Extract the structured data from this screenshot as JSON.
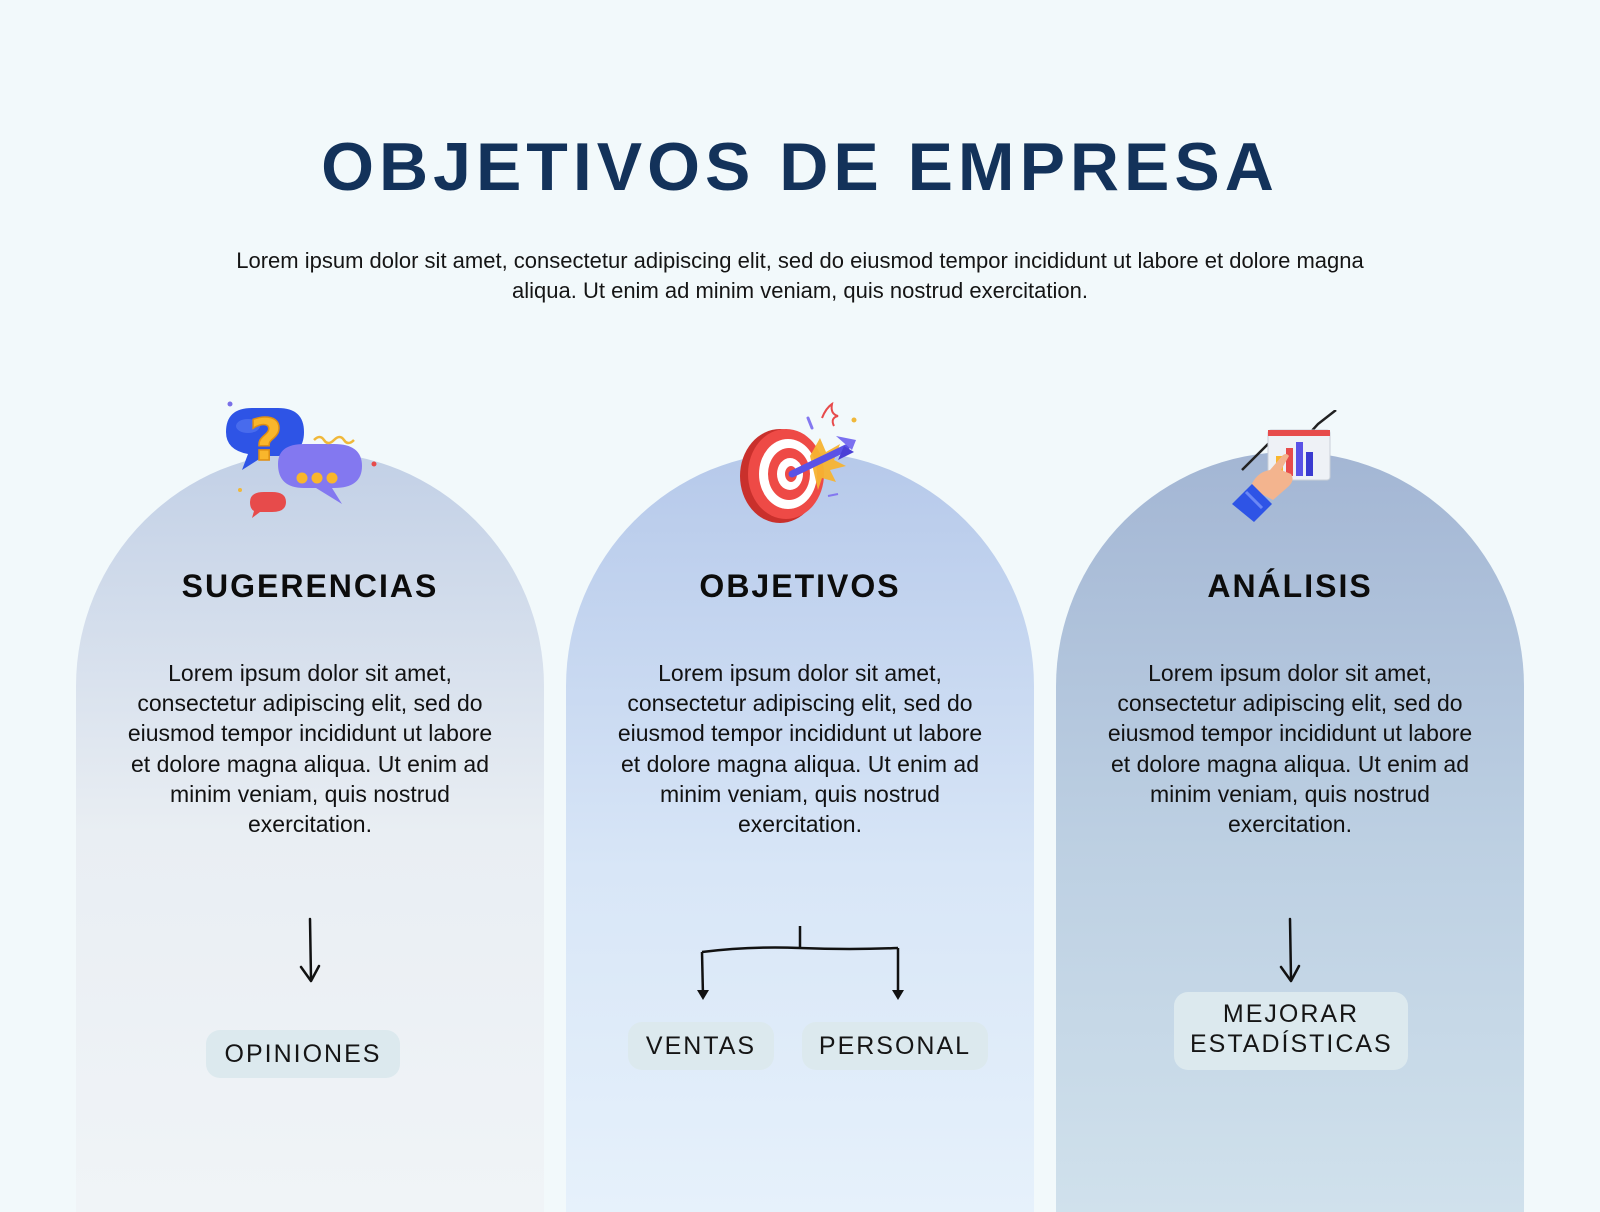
{
  "header": {
    "title": "OBJETIVOS DE EMPRESA",
    "intro": "Lorem ipsum dolor sit amet, consectetur adipiscing elit, sed do eiusmod tempor incididunt ut labore et dolore magna aliqua. Ut enim ad minim veniam, quis nostrud exercitation."
  },
  "columns": [
    {
      "title": "SUGERENCIAS",
      "icon": "speech-bubbles-question-icon",
      "text": "Lorem ipsum dolor sit amet, consectetur adipiscing elit, sed do eiusmod tempor incididunt ut labore et dolore magna aliqua. Ut enim ad minim veniam, quis nostrud exercitation.",
      "tags": [
        "OPINIONES"
      ]
    },
    {
      "title": "OBJETIVOS",
      "icon": "target-dart-icon",
      "text": "Lorem ipsum dolor sit amet, consectetur adipiscing elit, sed do eiusmod tempor incididunt ut labore et dolore magna aliqua. Ut enim ad minim veniam, quis nostrud exercitation.",
      "tags": [
        "VENTAS",
        "PERSONAL"
      ]
    },
    {
      "title": "ANÁLISIS",
      "icon": "hand-chart-icon",
      "text": "Lorem ipsum dolor sit amet, consectetur adipiscing elit, sed do eiusmod tempor incididunt ut labore et dolore magna aliqua. Ut enim ad minim veniam, quis nostrud exercitation.",
      "tags": [
        "MEJORAR ESTADÍSTICAS"
      ]
    }
  ],
  "colors": {
    "title": "#13325a",
    "background": "#f2f9fb",
    "pill": "#dce9ee",
    "card_1_top": "#c2d0e6",
    "card_2_top": "#b6c9ea",
    "card_3_top": "#a3b6d4"
  }
}
